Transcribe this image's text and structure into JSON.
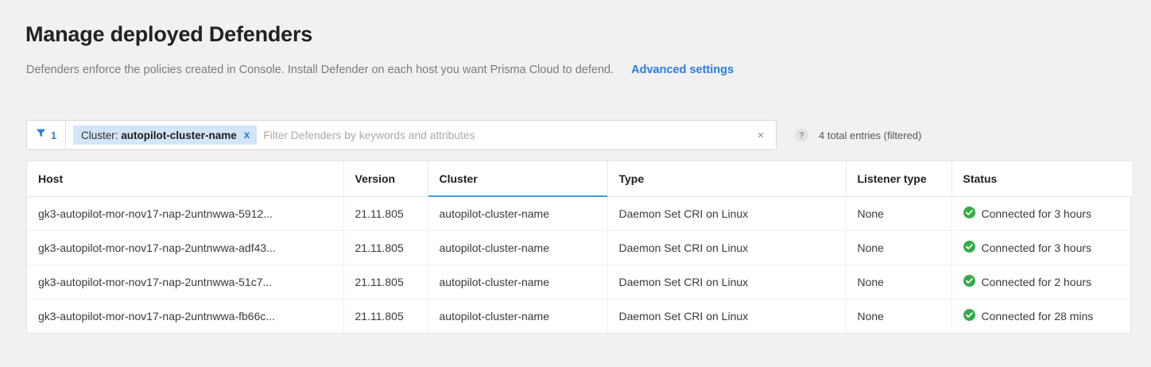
{
  "header": {
    "title": "Manage deployed Defenders",
    "subtitle": "Defenders enforce the policies created in Console. Install Defender on each host you want Prisma Cloud to defend.",
    "advanced_settings_label": "Advanced settings"
  },
  "filter_bar": {
    "filter_icon": "funnel-icon",
    "filter_count": "1",
    "chip": {
      "key": "Cluster:",
      "value": "autopilot-cluster-name",
      "close_label": "x"
    },
    "input_value": "",
    "placeholder": "Filter Defenders by keywords and attributes",
    "clear_label": "×",
    "help_label": "?",
    "entries_label": "4 total entries (filtered)"
  },
  "table": {
    "columns": [
      {
        "label": "Host",
        "sorted": false
      },
      {
        "label": "Version",
        "sorted": false
      },
      {
        "label": "Cluster",
        "sorted": true
      },
      {
        "label": "Type",
        "sorted": false
      },
      {
        "label": "Listener type",
        "sorted": false
      },
      {
        "label": "Status",
        "sorted": false
      }
    ],
    "rows": [
      {
        "host": "gk3-autopilot-mor-nov17-nap-2untnwwa-5912...",
        "version": "21.11.805",
        "cluster": "autopilot-cluster-name",
        "type": "Daemon Set CRI on Linux",
        "listener_type": "None",
        "status": "Connected for 3 hours",
        "status_icon": "check-circle-icon"
      },
      {
        "host": "gk3-autopilot-mor-nov17-nap-2untnwwa-adf43...",
        "version": "21.11.805",
        "cluster": "autopilot-cluster-name",
        "type": "Daemon Set CRI on Linux",
        "listener_type": "None",
        "status": "Connected for 3 hours",
        "status_icon": "check-circle-icon"
      },
      {
        "host": "gk3-autopilot-mor-nov17-nap-2untnwwa-51c7...",
        "version": "21.11.805",
        "cluster": "autopilot-cluster-name",
        "type": "Daemon Set CRI on Linux",
        "listener_type": "None",
        "status": "Connected for 2 hours",
        "status_icon": "check-circle-icon"
      },
      {
        "host": "gk3-autopilot-mor-nov17-nap-2untnwwa-fb66c...",
        "version": "21.11.805",
        "cluster": "autopilot-cluster-name",
        "type": "Daemon Set CRI on Linux",
        "listener_type": "None",
        "status": "Connected for 28 mins",
        "status_icon": "check-circle-icon"
      }
    ]
  },
  "colors": {
    "accent_blue": "#2a7de1",
    "chip_bg": "#d3e5f8",
    "status_green": "#35ac49",
    "page_bg": "#f1f1f1",
    "sorted_underline": "#4a9ae0"
  }
}
